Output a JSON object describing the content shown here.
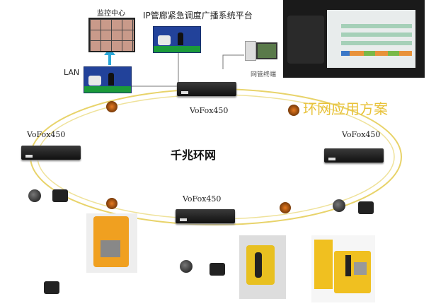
{
  "labels": {
    "monitor_center": "监控中心",
    "platform_title": "IP管廊紧急调度广播系统平台",
    "lan": "LAN",
    "nms_terminal": "网管终端",
    "solution_title": "环网应用方案",
    "ring_name": "千兆环网"
  },
  "devices": [
    "VoFox450",
    "VoFox450",
    "VoFox450",
    "VoFox450"
  ],
  "colors": {
    "ring": "#e8d36a",
    "accent": "#e8c23a",
    "arrow": "#2aa7d8"
  }
}
